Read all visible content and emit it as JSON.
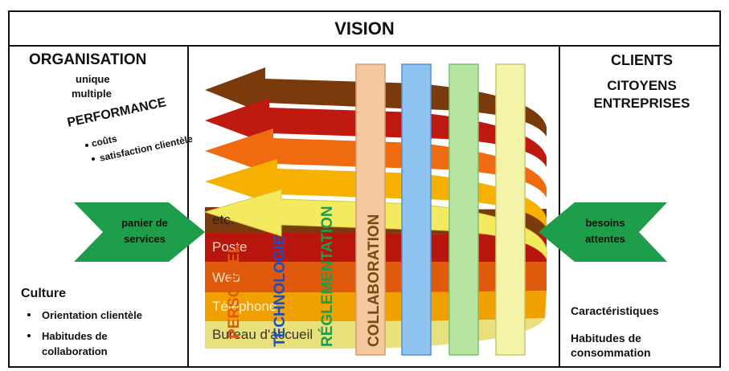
{
  "title": "VISION",
  "left": {
    "heading": "ORGANISATION",
    "sub1": "unique",
    "sub2": "multiple",
    "performance": "PERFORMANCE",
    "perf_item1": "coûts",
    "perf_item2": "satisfaction clientèle",
    "culture_heading": "Culture",
    "culture_item1": "Orientation clientèle",
    "culture_item2a": "Habitudes de",
    "culture_item2b": "collaboration"
  },
  "right": {
    "heading": "CLIENTS",
    "sub1": "CITOYENS",
    "sub2": "ENTREPRISES",
    "char": "Caractéristiques",
    "hab1": "Habitudes de",
    "hab2": "consommation"
  },
  "left_arrow": {
    "line1": "panier de",
    "line2": "services",
    "color": "#1e9e4a"
  },
  "right_arrow": {
    "line1": "besoins",
    "line2": "attentes",
    "color": "#1e9e4a"
  },
  "channels": [
    {
      "label": "etc.",
      "color": "#7a3a0c"
    },
    {
      "label": "Poste",
      "color": "#b8160c"
    },
    {
      "label": "Web",
      "color": "#e05a0c"
    },
    {
      "label": "Téléphone",
      "color": "#f0a000"
    },
    {
      "label": "Bureau d'accueil",
      "color": "#e8e07a"
    }
  ],
  "pillars": [
    {
      "label": "PERSONNEL",
      "fill": "#f4c9a0",
      "text_color": "#e05a0c"
    },
    {
      "label": "TECHNOLOGIE",
      "fill": "#8fc4f0",
      "text_color": "#1b4fc0"
    },
    {
      "label": "RÉGLEMENTATION",
      "fill": "#b7e4a0",
      "text_color": "#1e9e4a"
    },
    {
      "label": "COLLABORATION",
      "fill": "#f4f4a8",
      "text_color": "#7a4a10"
    }
  ]
}
